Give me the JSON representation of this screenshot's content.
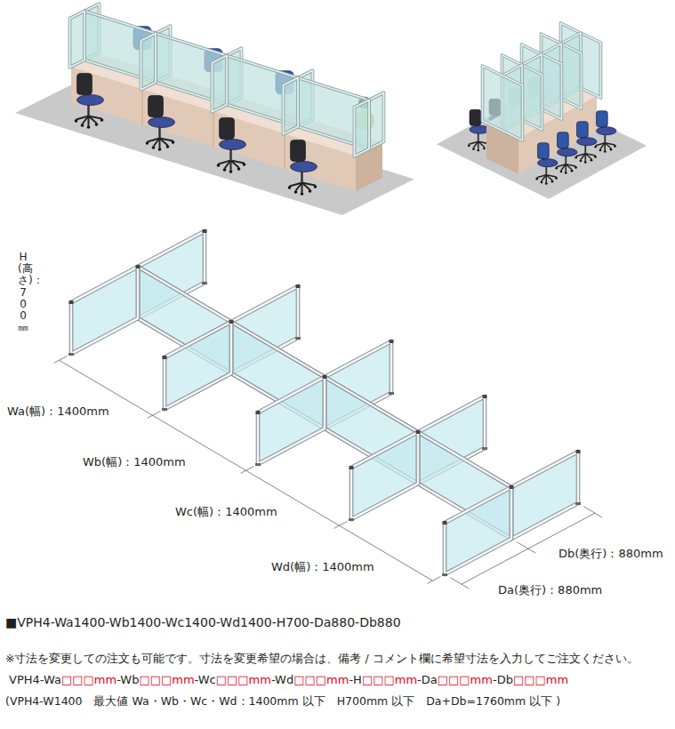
{
  "diagram": {
    "title": "■VPH4-Wa1400-Wb1400-Wc1400-Wd1400-H700-Da880-Db880",
    "labels": [
      "H(高さ)：700㎜",
      "Wa(幅)：1400mm",
      "Wb(幅)：1400mm",
      "Wc(幅)：1400mm",
      "Wd(幅)：1400mm",
      "Db(奥行)：880mm",
      "Da(奥行)：880mm",
      "※寸法を変更しての注文も可能です。寸法を変更希望の場合は、備考 / コメント欄に希望寸法を入力してご注文ください。",
      "VPH4-Wa□□□mm-Wb□□□mm-Wc□□□mm-Wd□□□mm-H□□□mm-Da□□□mm-Db□□□mm",
      "(VPH4-W1400　最大値 Wa・Wb・Wc・Wd：1400mm 以下　H700mm 以下　Da+Db=1760mm 以下 )"
    ]
  }
}
